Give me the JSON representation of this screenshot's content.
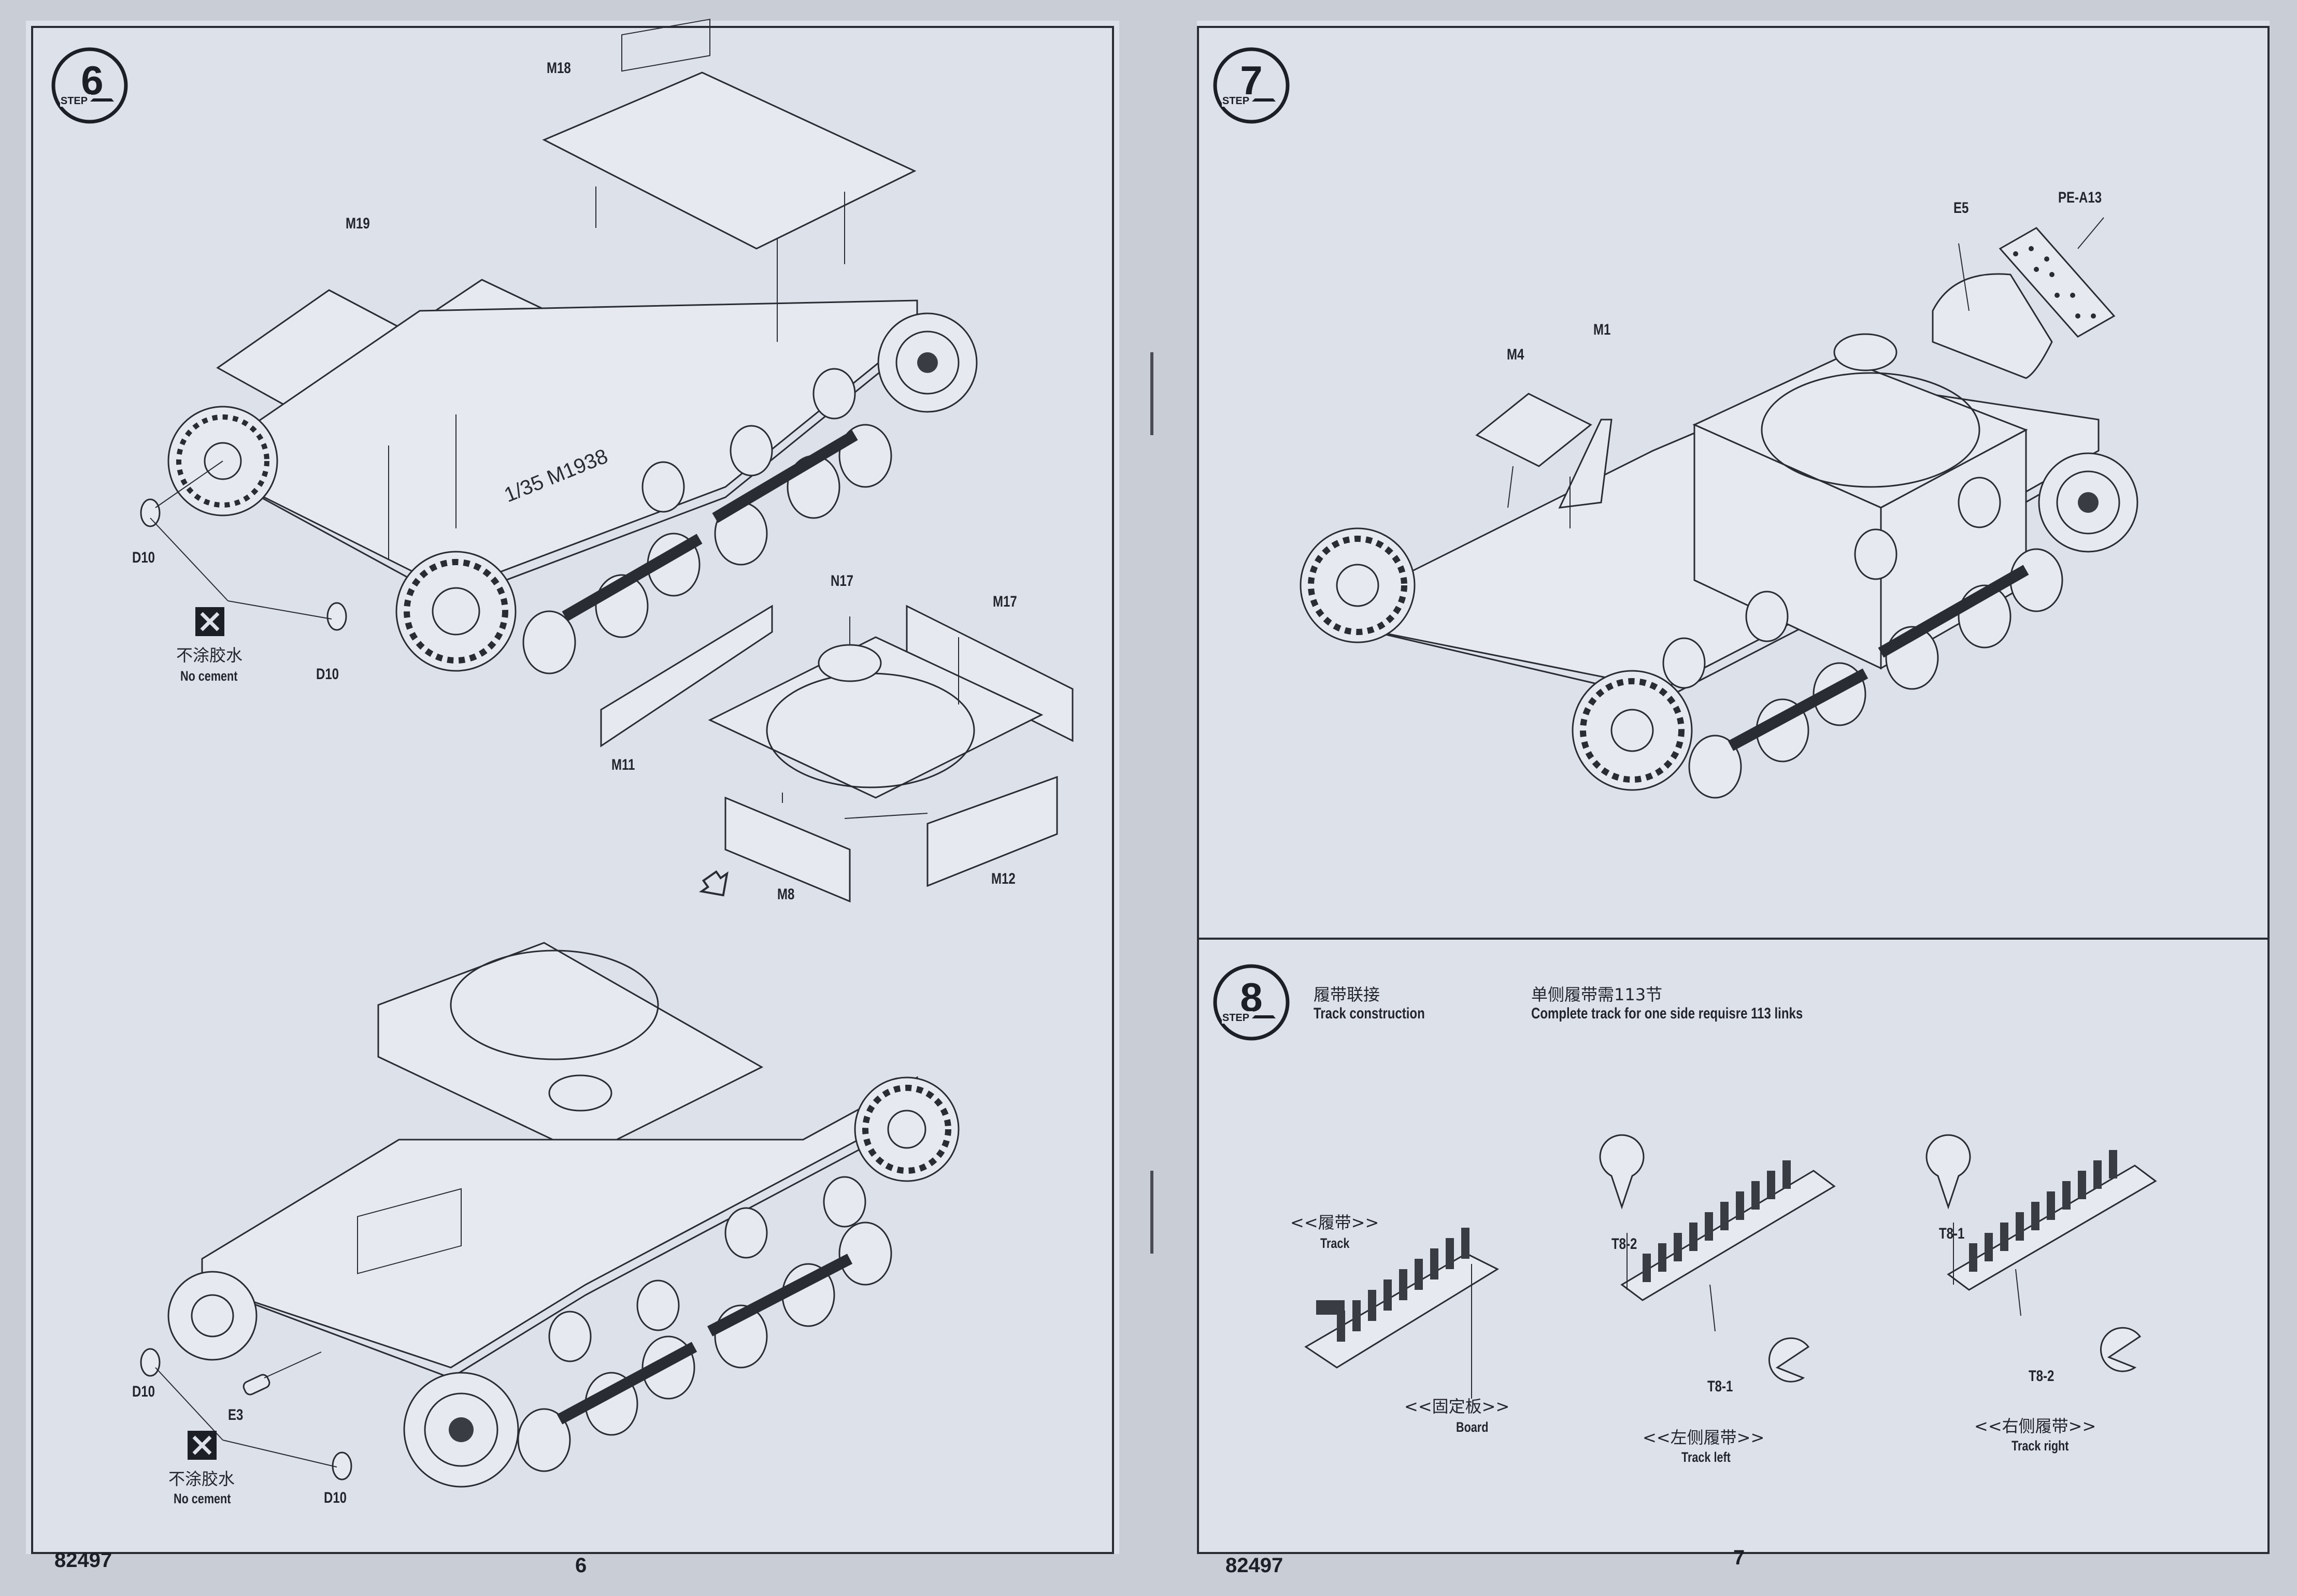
{
  "left_page": {
    "step6": {
      "number": "6",
      "step_word": "STEP"
    },
    "parts": {
      "m18": "M18",
      "m19": "M19",
      "n17": "N17",
      "m17": "M17",
      "m11": "M11",
      "m8": "M8",
      "m12": "M12",
      "d10_a": "D10",
      "d10_b": "D10",
      "d10_c": "D10",
      "d10_d": "D10",
      "e3": "E3"
    },
    "hull_marking": "1/35 M1938",
    "no_cement_cn": "不涂胶水",
    "no_cement_en": "No cement",
    "footer": {
      "code": "82497",
      "page_number": "6"
    }
  },
  "right_page": {
    "step7": {
      "number": "7",
      "step_word": "STEP"
    },
    "parts": {
      "e5": "E5",
      "pe_a13": "PE-A13",
      "m4": "M4",
      "m1": "M1"
    },
    "step8": {
      "number": "8",
      "step_word": "STEP",
      "title_cn": "履带联接",
      "title_en": "Track construction",
      "note_cn": "单侧履带需113节",
      "note_en": "Complete track for one side requisre 113 links"
    },
    "track_parts": {
      "track_cn": "<<履带>>",
      "track_en": "Track",
      "board_cn": "<<固定板>>",
      "board_en": "Board",
      "left_cn": "<<左侧履带>>",
      "left_en": "Track left",
      "right_cn": "<<右侧履带>>",
      "right_en": "Track right",
      "t8_2_a": "T8-2",
      "t8_1_a": "T8-1",
      "t8_1_b": "T8-1",
      "t8_2_b": "T8-2"
    },
    "footer": {
      "code": "82497",
      "page_number": "7"
    }
  }
}
